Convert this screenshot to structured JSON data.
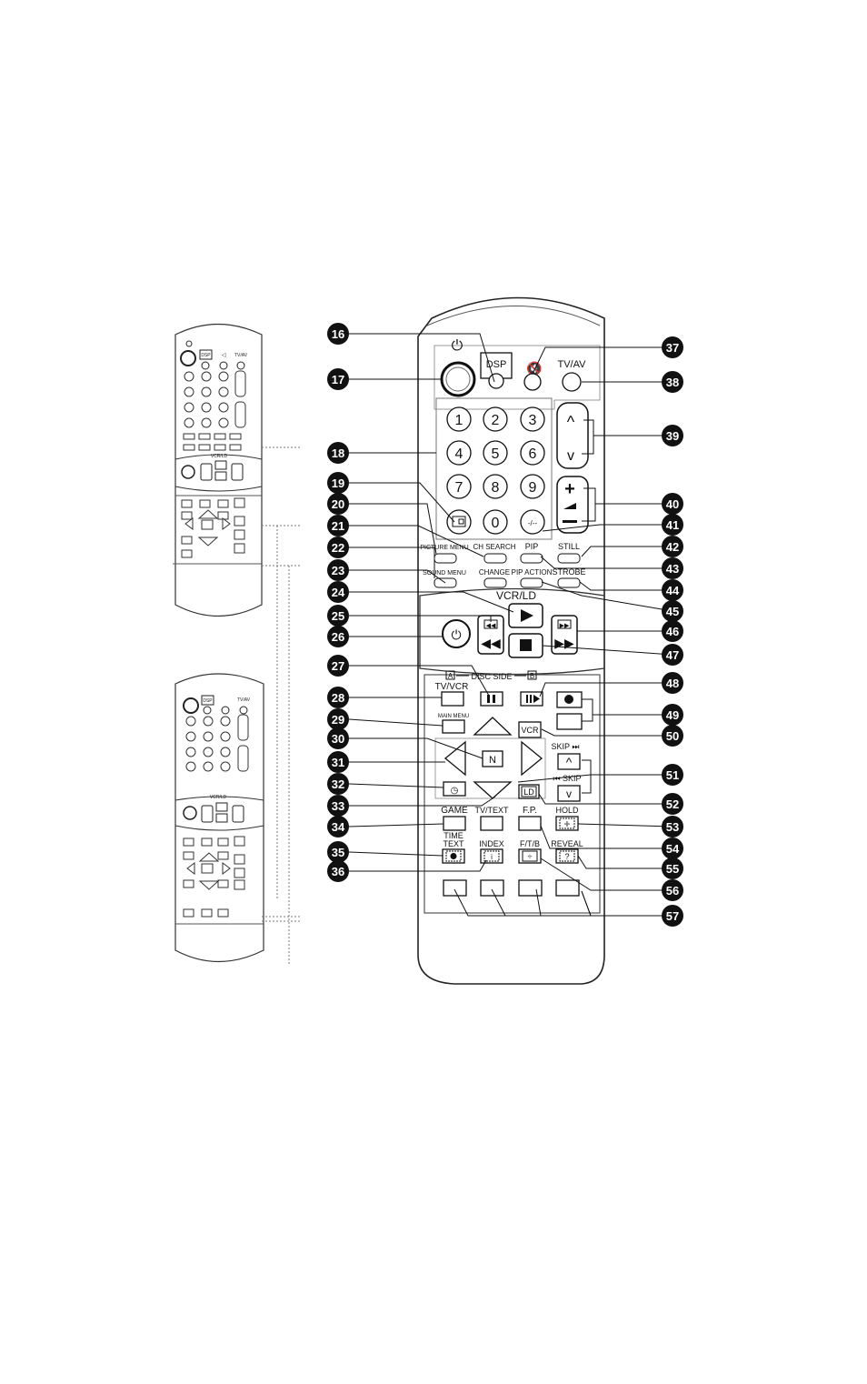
{
  "remote": {
    "power_glyph": "⏻",
    "dsp": "DSP",
    "mute_glyph": "🔇",
    "tvav": "TV/AV",
    "digits": [
      "1",
      "2",
      "3",
      "4",
      "5",
      "6",
      "7",
      "8",
      "9",
      "0"
    ],
    "dash_glyph": "-/--",
    "ch_search": "CH SEARCH",
    "picture_menu": "PICTURE MENU",
    "pip": "PIP",
    "still": "STILL",
    "sound_menu": "SOUND MENU",
    "change": "CHANGE",
    "pip_action": "PIP ACTION",
    "strobe": "STROBE",
    "vcr_ld": "VCR/LD",
    "disc_side": "DISC SIDE",
    "disc_a": "A",
    "disc_b": "B",
    "tv_vcr": "TV/VCR",
    "main_menu": "MAIN MENU",
    "vcr": "VCR",
    "n": "N",
    "skip_up": "SKIP ⏭",
    "skip_down": "⏮ SKIP",
    "ld": "LD",
    "game": "GAME",
    "tv_text": "TV/TEXT",
    "fp": "F.P.",
    "hold": "HOLD",
    "time_text": "TIME",
    "time_text2": "TEXT",
    "index": "INDEX",
    "ftb": "F/T/B",
    "reveal": "REVEAL"
  },
  "callouts": {
    "left": [
      "16",
      "17",
      "18",
      "19",
      "20",
      "21",
      "22",
      "23",
      "24",
      "25",
      "26",
      "27",
      "28",
      "29",
      "30",
      "31",
      "32",
      "33",
      "34",
      "35",
      "36"
    ],
    "right": [
      "37",
      "38",
      "39",
      "40",
      "41",
      "42",
      "43",
      "44",
      "45",
      "46",
      "47",
      "48",
      "49",
      "50",
      "51",
      "52",
      "53",
      "54",
      "55",
      "56",
      "57"
    ]
  },
  "small_remotes": {
    "top": {
      "dsp": "DSP",
      "tvav": "TV/AV",
      "vcr_ld": "VCR/LD"
    },
    "bottom": {
      "dsp": "DSP",
      "tvav": "TV/AV",
      "vcr_ld": "VCR/LD"
    }
  }
}
